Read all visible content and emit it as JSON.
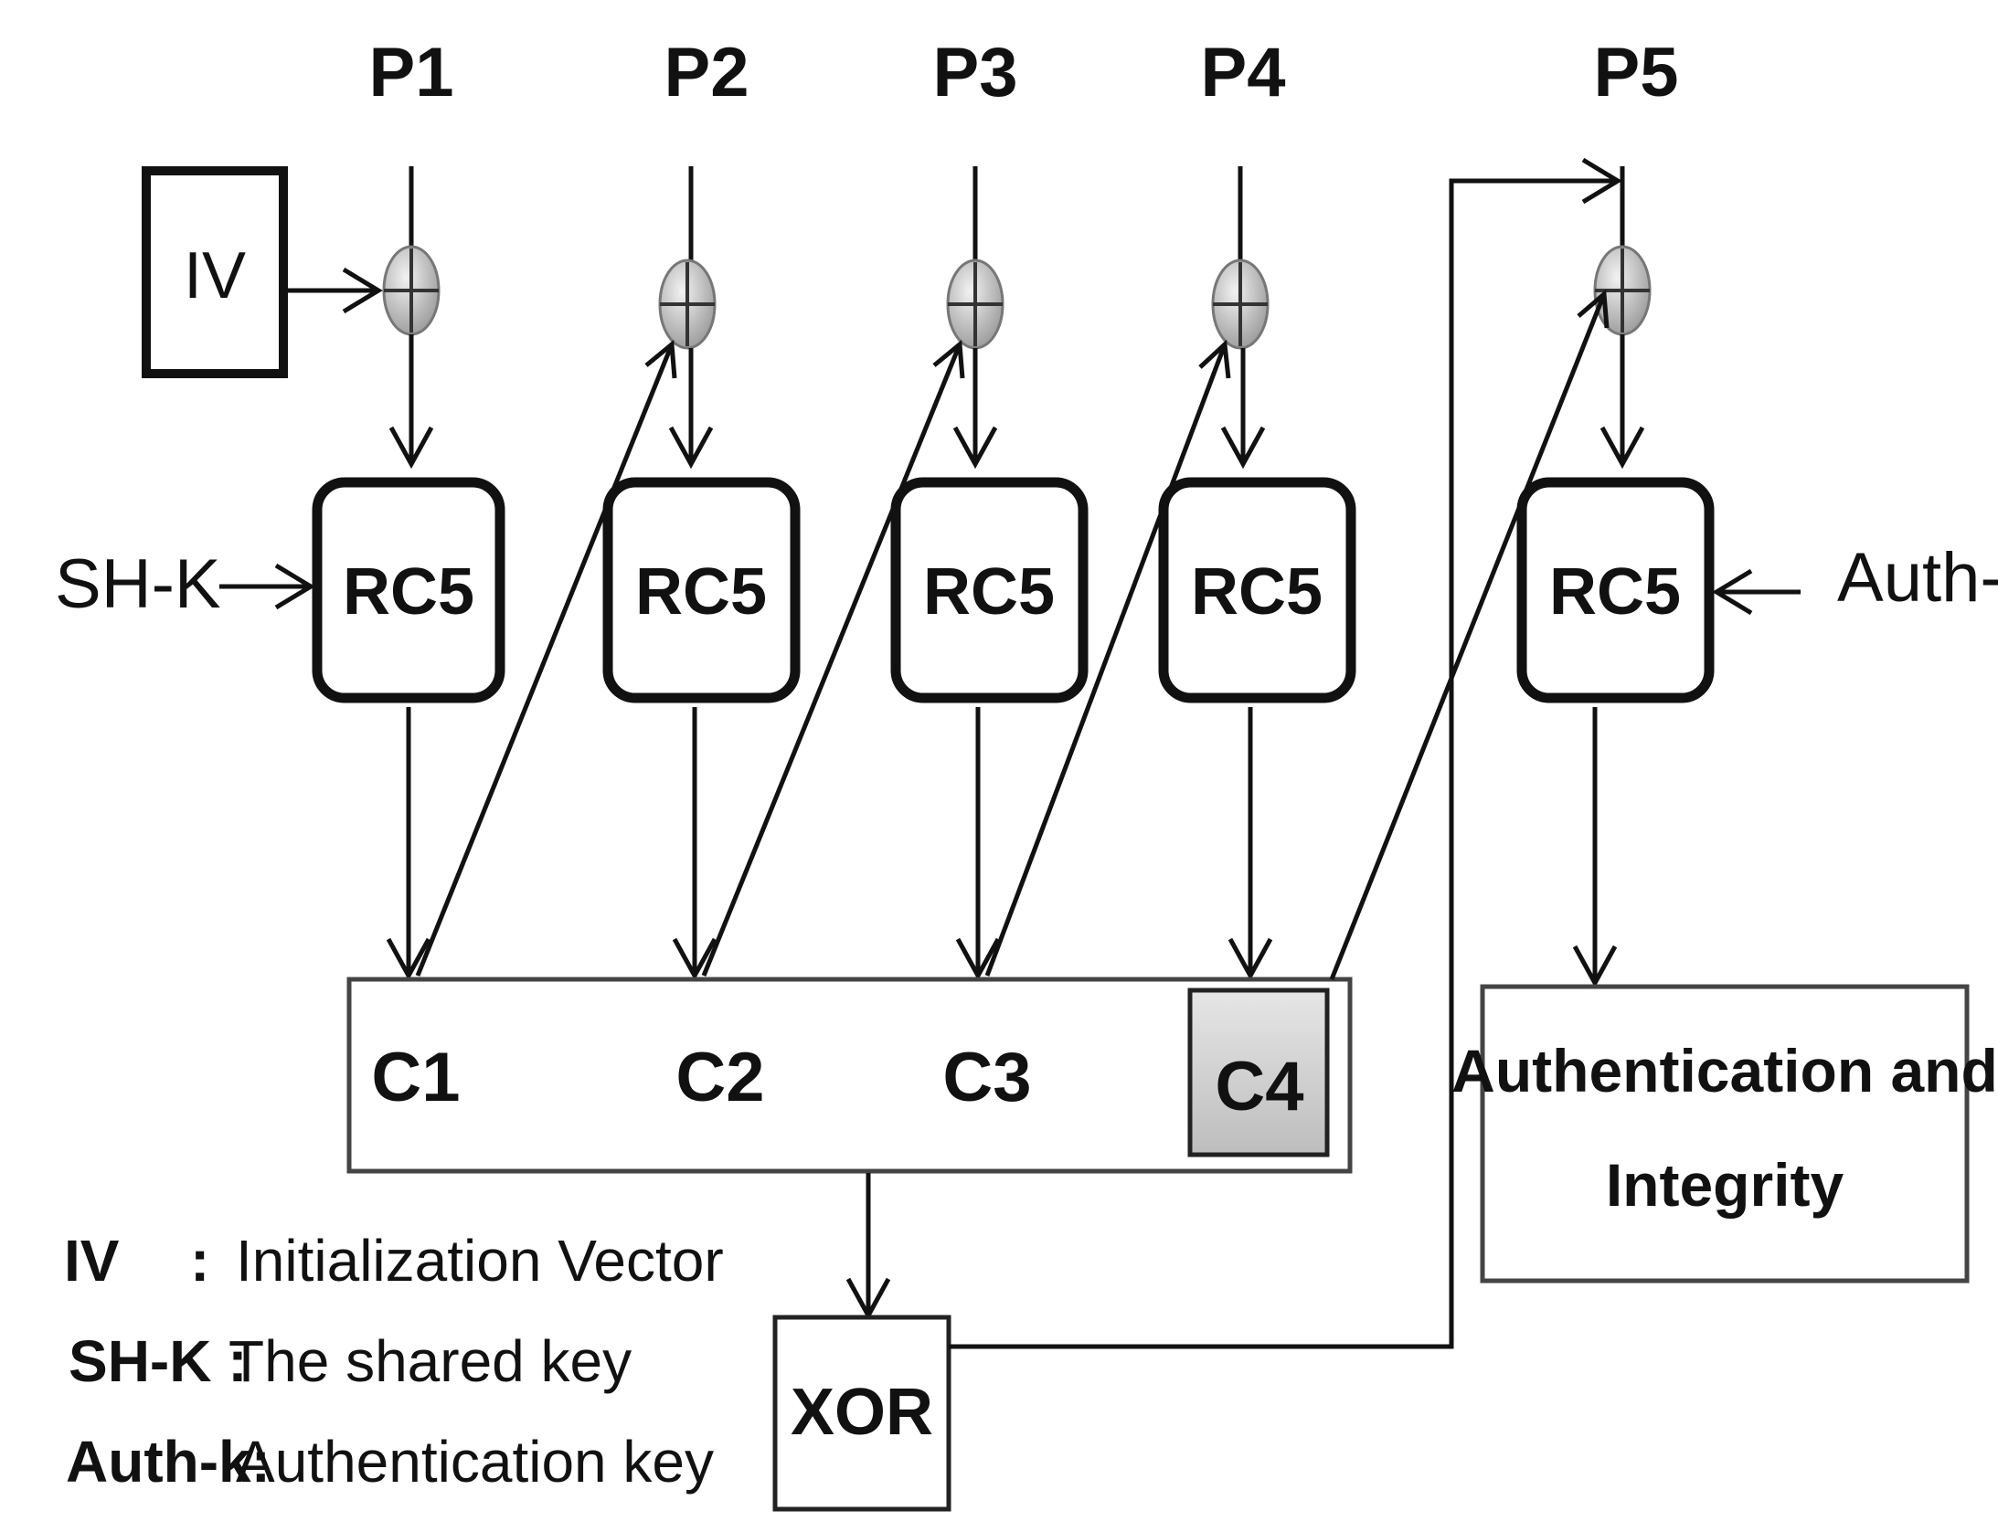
{
  "inputs": {
    "p1": "P1",
    "p2": "P2",
    "p3": "P3",
    "p4": "P4",
    "p5": "P5"
  },
  "iv_label": "IV",
  "keys": {
    "shared": "SH-K",
    "auth": "Auth-k"
  },
  "blocks": {
    "rc5_1": "RC5",
    "rc5_2": "RC5",
    "rc5_3": "RC5",
    "rc5_4": "RC5",
    "rc5_5": "RC5"
  },
  "ciphertext": {
    "c1": "C1",
    "c2": "C2",
    "c3": "C3",
    "c4": "C4"
  },
  "xor_label": "XOR",
  "output": {
    "line1": "Authentication and",
    "line2": "Integrity"
  },
  "legend": {
    "iv_key": "IV",
    "iv_sep": ":",
    "iv_desc": "Initialization Vector",
    "shk_key": "SH-K :",
    "shk_desc": "The shared key",
    "auth_key": "Auth-k:",
    "auth_desc": "Authentication key"
  },
  "colors": {
    "stroke": "#111111",
    "c4_fill": "#d4d4d4",
    "xor_node": "#c8c8c8"
  }
}
